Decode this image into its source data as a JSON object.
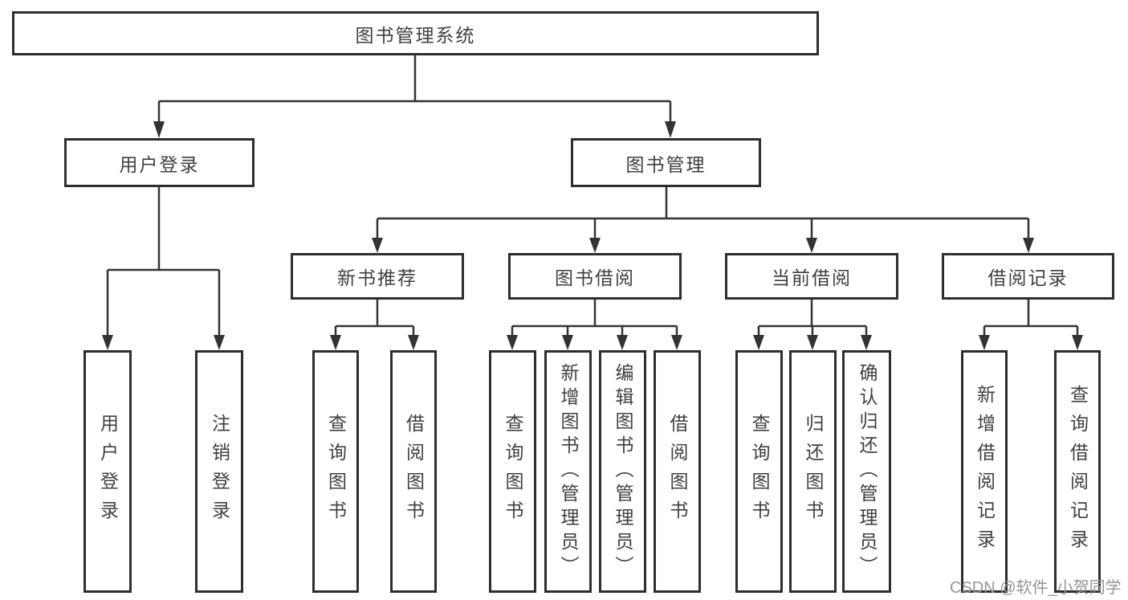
{
  "diagram": {
    "title": "图书管理系统",
    "watermark": "CSDN @软件_小贺同学",
    "colors": {
      "line": "#333333",
      "border": "#2e2e2e",
      "text": "#404040",
      "watermark": "#959595",
      "background": "#ffffff"
    },
    "tree": {
      "label": "图书管理系统",
      "children": [
        {
          "label": "用户登录",
          "children": [
            {
              "label": "用户登录"
            },
            {
              "label": "注销登录"
            }
          ]
        },
        {
          "label": "图书管理",
          "children": [
            {
              "label": "新书推荐",
              "children": [
                {
                  "label": "查询图书"
                },
                {
                  "label": "借阅图书"
                }
              ]
            },
            {
              "label": "图书借阅",
              "children": [
                {
                  "label": "查询图书"
                },
                {
                  "label": "新增图书（管理员）"
                },
                {
                  "label": "编辑图书（管理员）"
                },
                {
                  "label": "借阅图书"
                }
              ]
            },
            {
              "label": "当前借阅",
              "children": [
                {
                  "label": "查询图书"
                },
                {
                  "label": "归还图书"
                },
                {
                  "label": "确认归还（管理员）"
                }
              ]
            },
            {
              "label": "借阅记录",
              "children": [
                {
                  "label": "新增借阅记录"
                },
                {
                  "label": "查询借阅记录"
                }
              ]
            }
          ]
        }
      ]
    }
  }
}
